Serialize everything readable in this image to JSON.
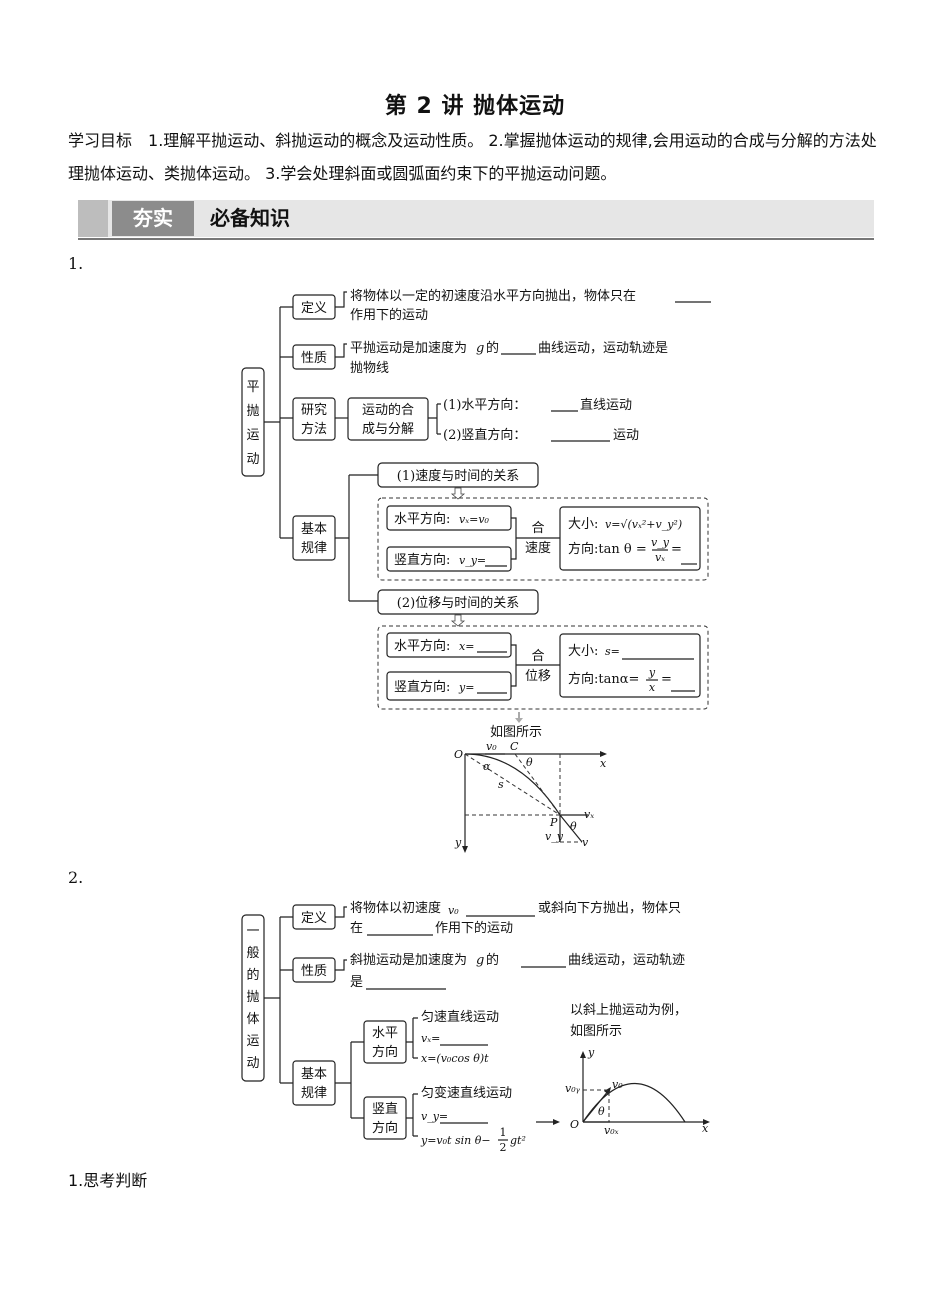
{
  "header": {
    "title": "第 2 讲    抛体运动",
    "goals_label": "学习目标",
    "goals_text": "1.理解平抛运动、斜抛运动的概念及运动性质。 2.掌握抛体运动的规律,会用运动的合成与分解的方法处理抛体运动、类抛体运动。 3.学会处理斜面或圆弧面约束下的平抛运动问题。"
  },
  "banner": {
    "key": "夯实",
    "title": "必备知识"
  },
  "section1": {
    "number": "1.",
    "root": [
      "平",
      "抛",
      "运",
      "动"
    ],
    "definition": {
      "label": "定义",
      "line1": "将物体以一定的初速度沿水平方向抛出，物体只在",
      "line2": "作用下的运动"
    },
    "property": {
      "label": "性质",
      "line1a": "平抛运动是加速度为",
      "line1g": "g",
      "line1b": "的",
      "line1c": "曲线运动，运动轨迹是",
      "line2": "抛物线"
    },
    "method": {
      "label1": "研究",
      "label2": "方法",
      "box1": "运动的合",
      "box2": "成与分解",
      "h": "(1)水平方向：",
      "h_end": "直线运动",
      "v": "(2)竖直方向：",
      "v_end": "运动"
    },
    "laws": {
      "label1": "基本",
      "label2": "规律",
      "velocity_title": "(1)速度与时间的关系",
      "vel_h": "水平方向:",
      "vel_h_eq": "vₓ=v₀",
      "vel_v": "竖直方向:",
      "vel_v_eq": "v_y=",
      "combine_v1": "合",
      "combine_v2": "速度",
      "vel_mag": "大小:",
      "vel_mag_eq": "v=√(vₓ²+v_y²)",
      "vel_dir": "方向:tan θ =",
      "vel_dir_num": "v_y",
      "vel_dir_den": "vₓ",
      "vel_dir_end": "=",
      "displacement_title": "(2)位移与时间的关系",
      "dis_h": "水平方向:",
      "dis_h_eq": "x=",
      "dis_v": "竖直方向:",
      "dis_v_eq": "y=",
      "combine_d1": "合",
      "combine_d2": "位移",
      "dis_mag": "大小:",
      "dis_mag_eq": "s=",
      "dis_dir": "方向:tanα=",
      "dis_dir_num": "y",
      "dis_dir_den": "x",
      "dis_dir_end": "="
    },
    "figure": {
      "caption": "如图所示",
      "O": "O",
      "v0": "v₀",
      "C": "C",
      "x": "x",
      "alpha": "α",
      "theta": "θ",
      "s": "s",
      "P": "P",
      "theta2": "θ",
      "vx": "vₓ",
      "vy": "v_y",
      "v": "v",
      "y": "y"
    }
  },
  "section2": {
    "number": "2.",
    "root": [
      "一",
      "般",
      "的",
      "抛",
      "体",
      "运",
      "动"
    ],
    "definition": {
      "label": "定义",
      "line1a": "将物体以初速度",
      "line1v": "v₀",
      "line1b": "或斜向下方抛出，物体只",
      "line2a": "在",
      "line2b": "作用下的运动"
    },
    "property": {
      "label": "性质",
      "line1a": "斜抛运动是加速度为",
      "line1g": "g",
      "line1b": "的",
      "line1c": "曲线运动，运动轨迹",
      "line2": "是"
    },
    "laws": {
      "label1": "基本",
      "label2": "规律",
      "h1": "水平",
      "h2": "方向",
      "h_title": "匀速直线运动",
      "h_eq1": "vₓ=",
      "h_eq2": "x=(v₀cos θ)t",
      "v1": "竖直",
      "v2": "方向",
      "v_title": "匀变速直线运动",
      "v_eq1": "v_y=",
      "v_eq2a": "y=v₀t sin θ−",
      "v_eq2n": "1",
      "v_eq2d": "2",
      "v_eq2b": "gt²"
    },
    "figure": {
      "caption1": "以斜上抛运动为例，",
      "caption2": "如图所示",
      "y": "y",
      "v0y": "v₀ᵧ",
      "v0": "v₀",
      "theta": "θ",
      "O": "O",
      "v0x": "v₀ₓ",
      "x": "x"
    }
  },
  "section3": {
    "label": "1.思考判断"
  }
}
